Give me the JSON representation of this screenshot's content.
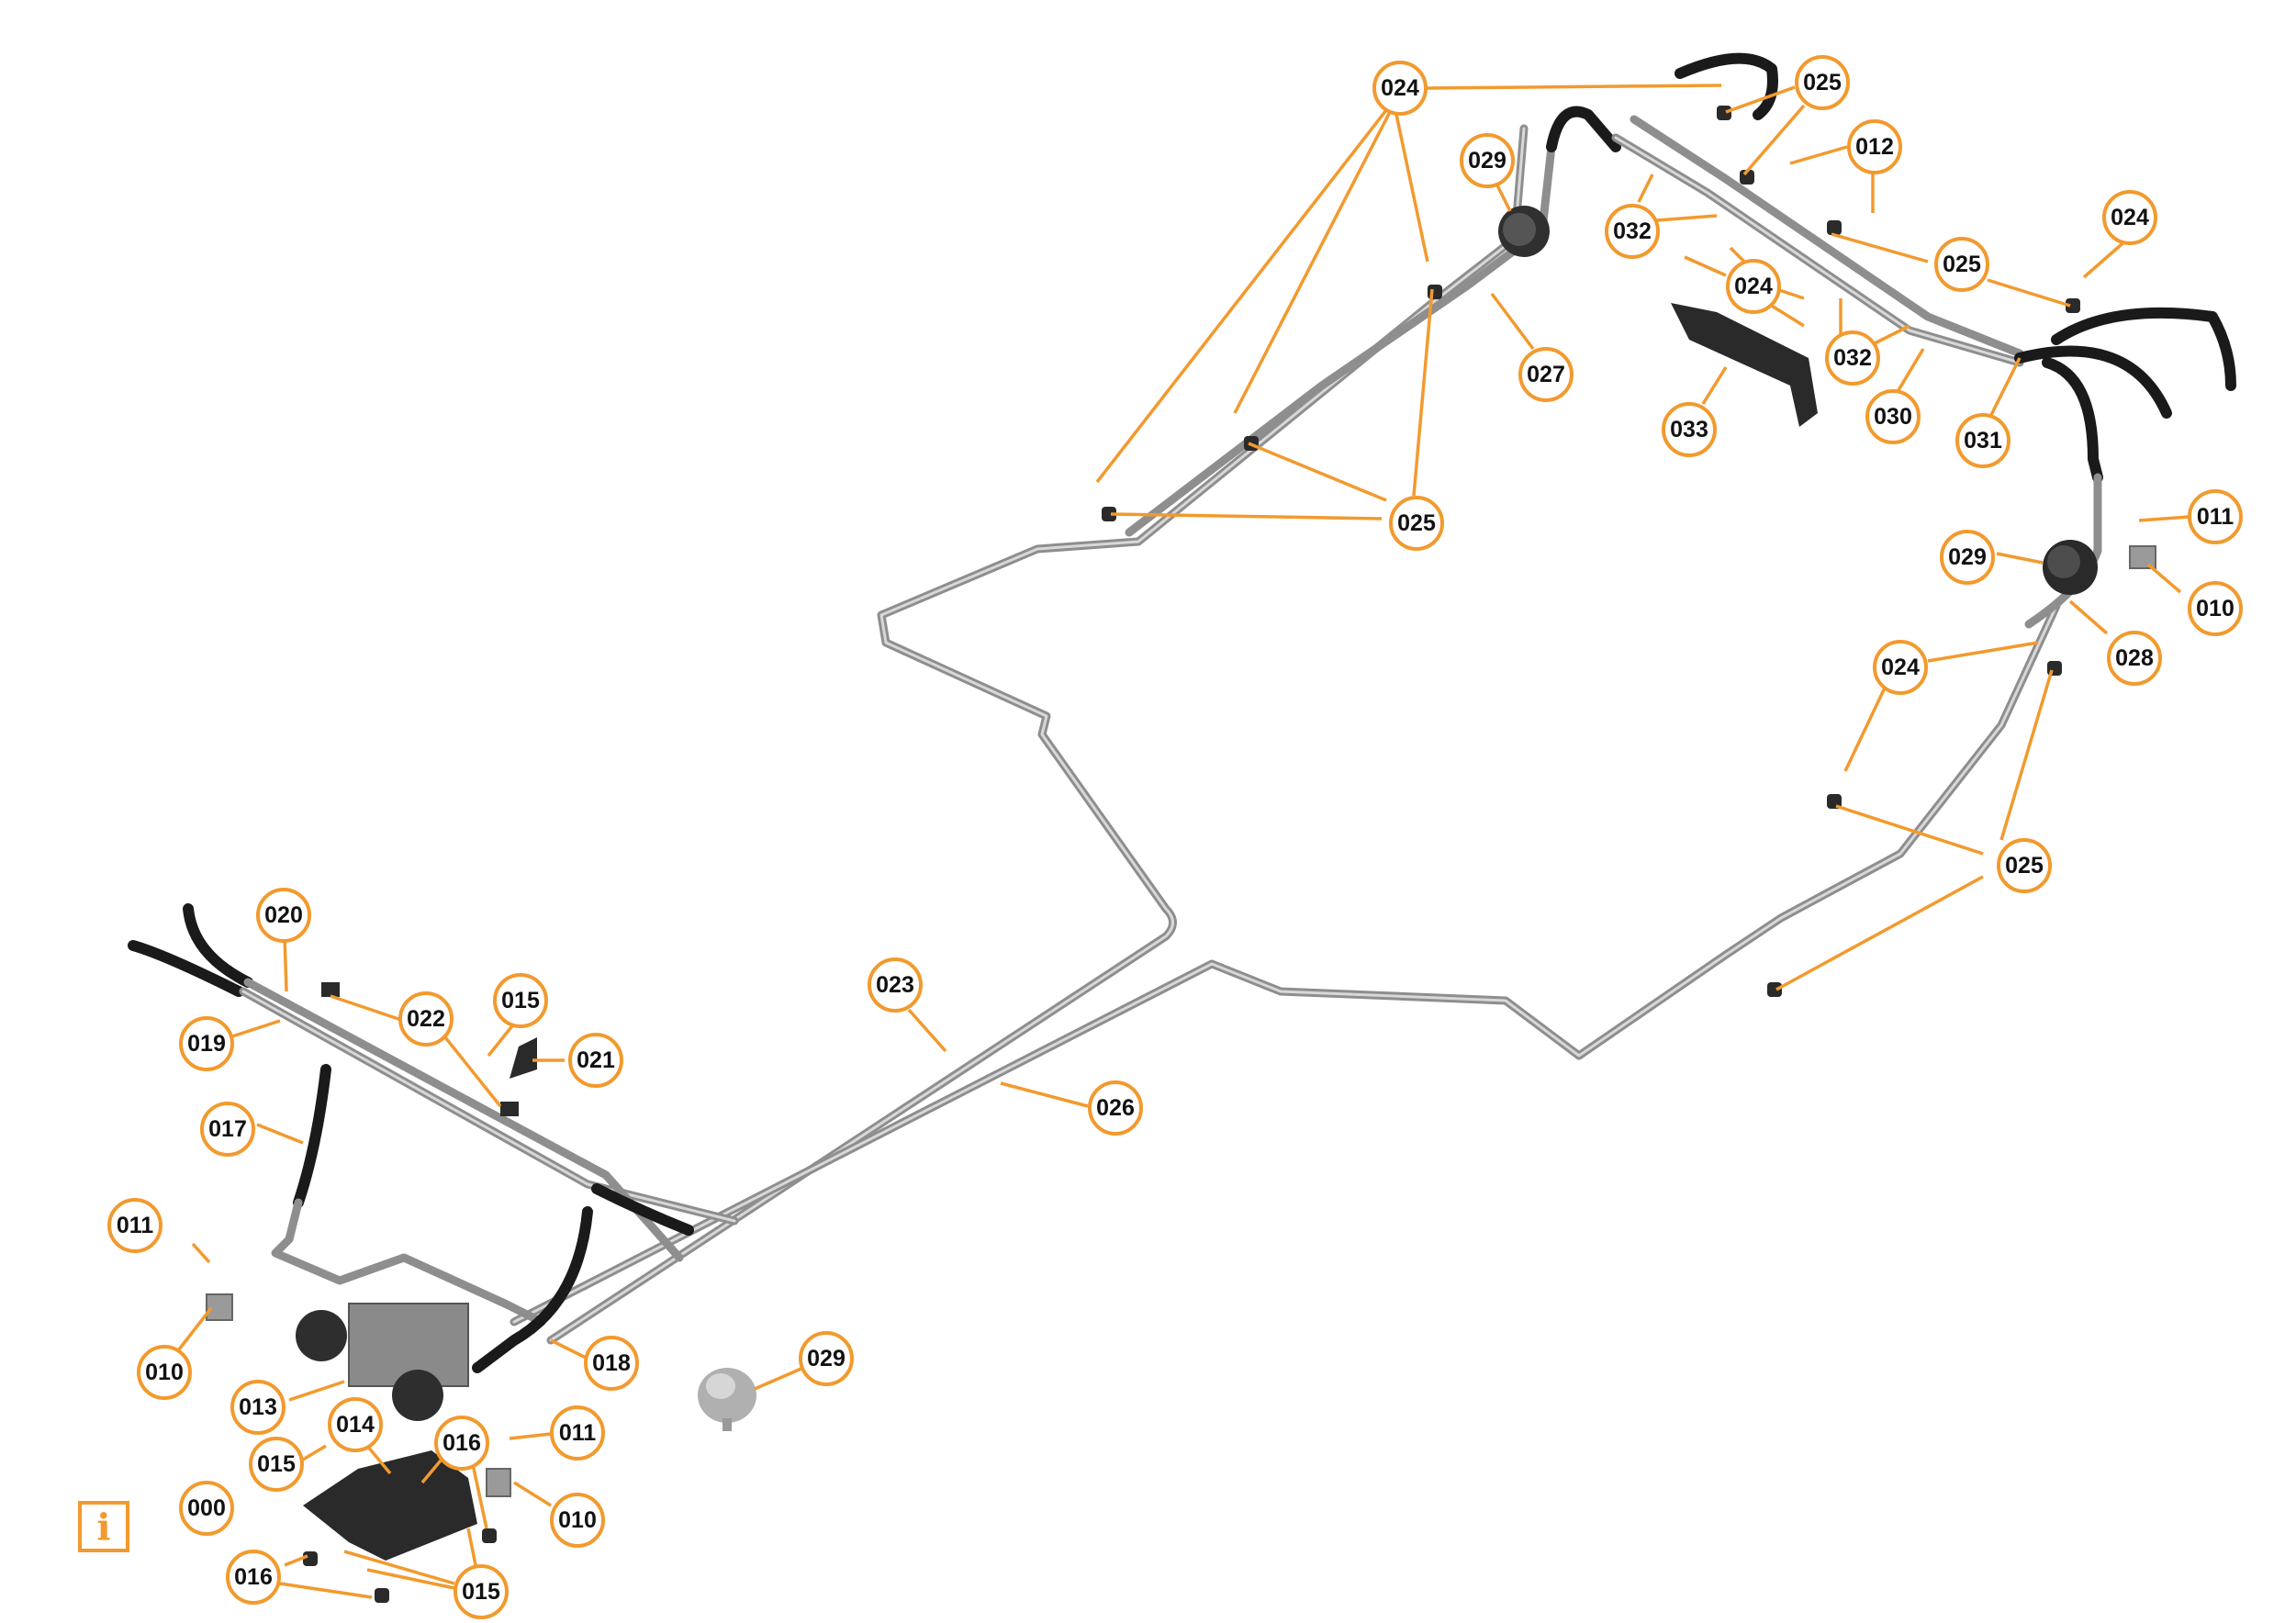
{
  "diagram": {
    "accent_color": "#f29a2e",
    "info_icon": "info-icon",
    "info_label": "i",
    "callouts": [
      {
        "id": "c024a",
        "label": "024"
      },
      {
        "id": "c025a",
        "label": "025"
      },
      {
        "id": "c012",
        "label": "012"
      },
      {
        "id": "c029a",
        "label": "029"
      },
      {
        "id": "c032a",
        "label": "032"
      },
      {
        "id": "c024b",
        "label": "024"
      },
      {
        "id": "c025b",
        "label": "025"
      },
      {
        "id": "c024c",
        "label": "024"
      },
      {
        "id": "c027",
        "label": "027"
      },
      {
        "id": "c032b",
        "label": "032"
      },
      {
        "id": "c033",
        "label": "033"
      },
      {
        "id": "c030",
        "label": "030"
      },
      {
        "id": "c031",
        "label": "031"
      },
      {
        "id": "c025c",
        "label": "025"
      },
      {
        "id": "c011a",
        "label": "011"
      },
      {
        "id": "c029b",
        "label": "029"
      },
      {
        "id": "c010a",
        "label": "010"
      },
      {
        "id": "c028",
        "label": "028"
      },
      {
        "id": "c024d",
        "label": "024"
      },
      {
        "id": "c025d",
        "label": "025"
      },
      {
        "id": "c020",
        "label": "020"
      },
      {
        "id": "c023",
        "label": "023"
      },
      {
        "id": "c022",
        "label": "022"
      },
      {
        "id": "c015a",
        "label": "015"
      },
      {
        "id": "c019",
        "label": "019"
      },
      {
        "id": "c021",
        "label": "021"
      },
      {
        "id": "c026",
        "label": "026"
      },
      {
        "id": "c017",
        "label": "017"
      },
      {
        "id": "c011b",
        "label": "011"
      },
      {
        "id": "c018",
        "label": "018"
      },
      {
        "id": "c010b",
        "label": "010"
      },
      {
        "id": "c029c",
        "label": "029"
      },
      {
        "id": "c013",
        "label": "013"
      },
      {
        "id": "c014",
        "label": "014"
      },
      {
        "id": "c016a",
        "label": "016"
      },
      {
        "id": "c011c",
        "label": "011"
      },
      {
        "id": "c015b",
        "label": "015"
      },
      {
        "id": "c010c",
        "label": "010"
      },
      {
        "id": "c000",
        "label": "000"
      },
      {
        "id": "c016b",
        "label": "016"
      },
      {
        "id": "c015c",
        "label": "015"
      }
    ]
  }
}
